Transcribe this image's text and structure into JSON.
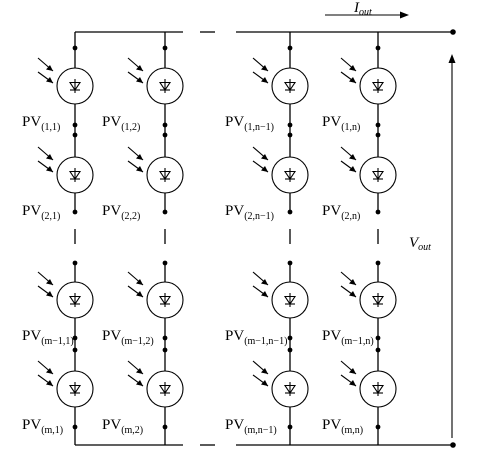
{
  "current_label": {
    "symbol": "I",
    "subscript": "out"
  },
  "voltage_label": {
    "symbol": "V",
    "subscript": "out"
  },
  "cells": [
    {
      "main": "PV",
      "sub": "(1,1)"
    },
    {
      "main": "PV",
      "sub": "(1,2)"
    },
    {
      "main": "PV",
      "sub": "(1,n−1)"
    },
    {
      "main": "PV",
      "sub": "(1,n)"
    },
    {
      "main": "PV",
      "sub": "(2,1)"
    },
    {
      "main": "PV",
      "sub": "(2,2)"
    },
    {
      "main": "PV",
      "sub": "(2,n−1)"
    },
    {
      "main": "PV",
      "sub": "(2,n)"
    },
    {
      "main": "PV",
      "sub": "(m−1,1)"
    },
    {
      "main": "PV",
      "sub": "(m−1,2)"
    },
    {
      "main": "PV",
      "sub": "(m−1,n−1)"
    },
    {
      "main": "PV",
      "sub": "(m−1,n)"
    },
    {
      "main": "PV",
      "sub": "(m,1)"
    },
    {
      "main": "PV",
      "sub": "(m,2)"
    },
    {
      "main": "PV",
      "sub": "(m,n−1)"
    },
    {
      "main": "PV",
      "sub": "(m,n)"
    }
  ]
}
